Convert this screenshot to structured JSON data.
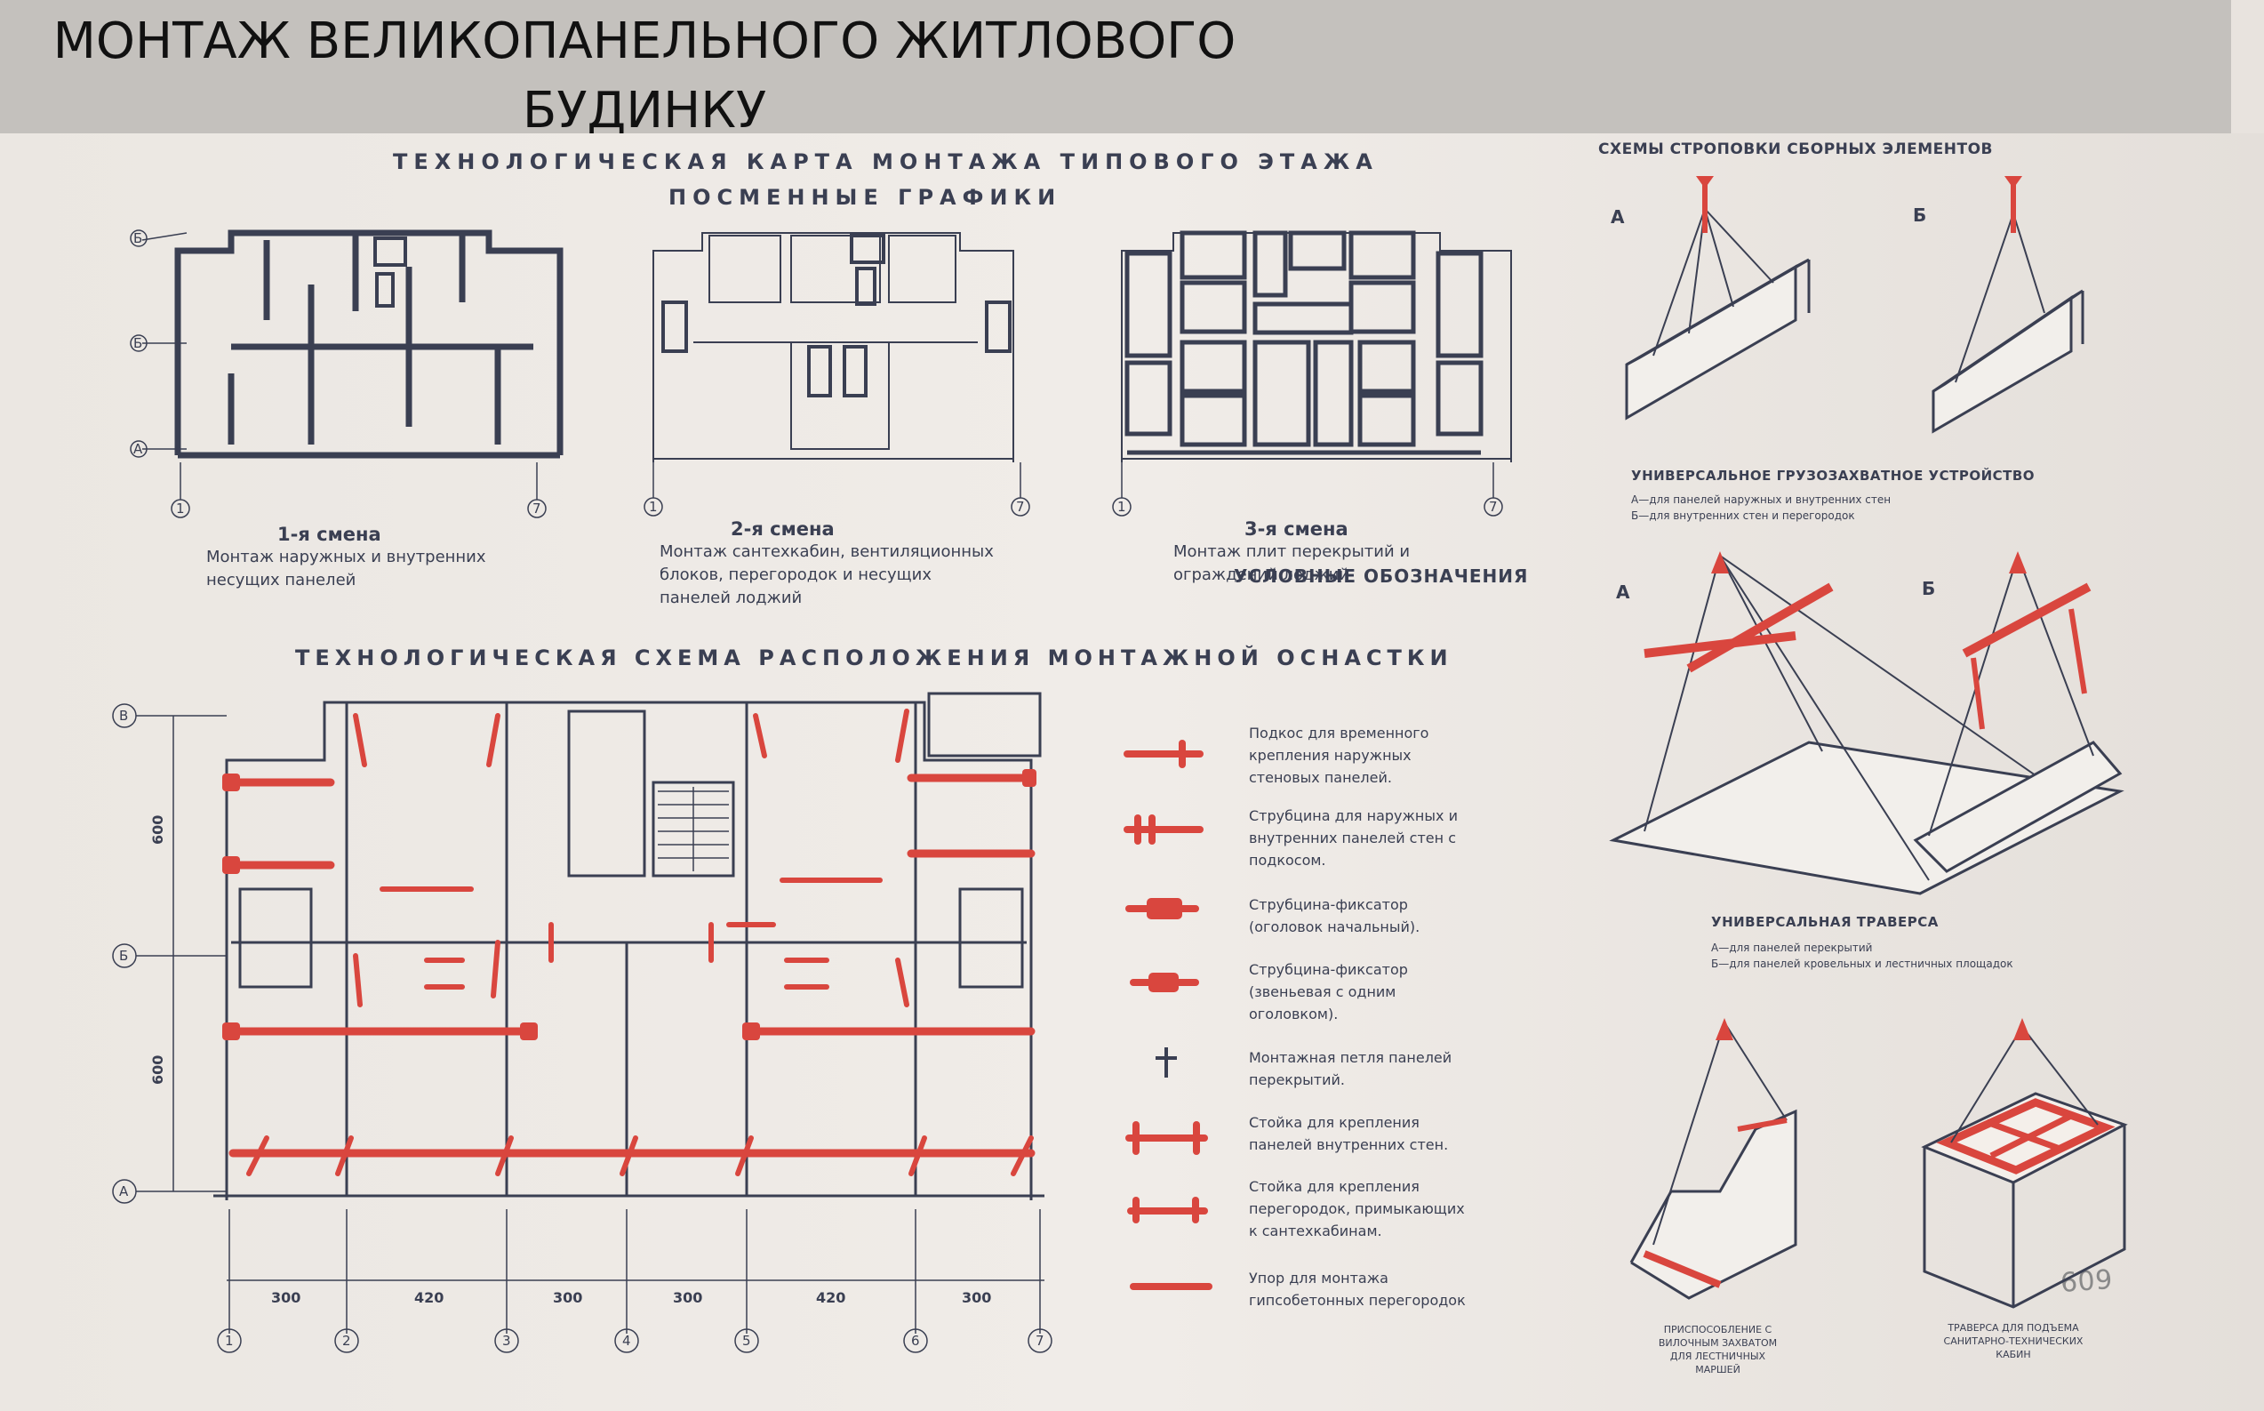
{
  "banner": {
    "title_line1": "МОНТАЖ ВЕЛИКОПАНЕЛЬНОГО ЖИТЛОВОГО",
    "title_line2": "БУДИНКУ"
  },
  "poster": {
    "map_title": "ТЕХНОЛОГИЧЕСКАЯ КАРТА МОНТАЖА ТИПОВОГО ЭТАЖА",
    "schedule_title": "ПОСМЕННЫЕ ГРАФИКИ",
    "shifts": [
      {
        "title": "1-я смена",
        "desc": "Монтаж наружных и внутренних несущих панелей"
      },
      {
        "title": "2-я смена",
        "desc": "Монтаж сантехкабин, вентиляционных блоков, перегородок и несущих панелей лоджий"
      },
      {
        "title": "3-я смена",
        "desc": "Монтаж плит перекрытий и ограждений лоджий"
      }
    ],
    "scheme_title": "ТЕХНОЛОГИЧЕСКАЯ СХЕМА РАСПОЛОЖЕНИЯ МОНТАЖНОЙ ОСНАСТКИ",
    "legend": {
      "title": "УСЛОВНЫЕ ОБОЗНАЧЕНИЯ",
      "items": [
        "Подкос для временного крепления наружных стеновых панелей.",
        "Струбцина для наружных и внутренних панелей стен с подкосом.",
        "Струбцина-фиксатор (оголовок начальный).",
        "Струбцина-фиксатор (звеньевая с одним оголовком).",
        "Монтажная петля панелей перекрытий.",
        "Стойка для крепления панелей внутренних стен.",
        "Стойка для крепления перегородок, примыкающих к сантехкабинам.",
        "Упор для монтажа гипсобетонных перегородок"
      ]
    },
    "axes": {
      "rows": [
        "В",
        "Б",
        "А"
      ],
      "cols": [
        "1",
        "2",
        "3",
        "4",
        "5",
        "6",
        "7"
      ],
      "first": "1",
      "last": "7"
    },
    "dims": {
      "bottom": [
        "300",
        "420",
        "300",
        "300",
        "420",
        "300"
      ],
      "side": [
        "600",
        "600"
      ]
    },
    "right": {
      "title": "СХЕМЫ СТРОПОВКИ СБОРНЫХ ЭЛЕМЕНТОВ",
      "label_a": "А",
      "label_b": "Б",
      "device_title": "УНИВЕРСАЛЬНОЕ ГРУЗОЗАХВАТНОЕ УСТРОЙСТВО",
      "device_a": "А—для панелей наружных и внутренних стен",
      "device_b": "Б—для внутренних стен и перегородок",
      "traverse_title": "УНИВЕРСАЛЬНАЯ ТРАВЕРСА",
      "traverse_a": "А—для панелей перекрытий",
      "traverse_b": "Б—для панелей кровельных и лестничных площадок",
      "stair_caption": "ПРИСПОСОБЛЕНИЕ С ВИЛОЧНЫМ ЗАХВАТОМ ДЛЯ ЛЕСТНИЧНЫХ МАРШЕЙ",
      "cabin_caption": "ТРАВЕРСА ДЛЯ ПОДЪЕМА САНИТАРНО-ТЕХНИЧЕСКИХ КАБИН",
      "stamp": "609"
    }
  },
  "colors": {
    "red": "#d9463e",
    "ink": "#3a3f52",
    "banner": "#c4c1bd",
    "paper": "#ece8e3"
  }
}
